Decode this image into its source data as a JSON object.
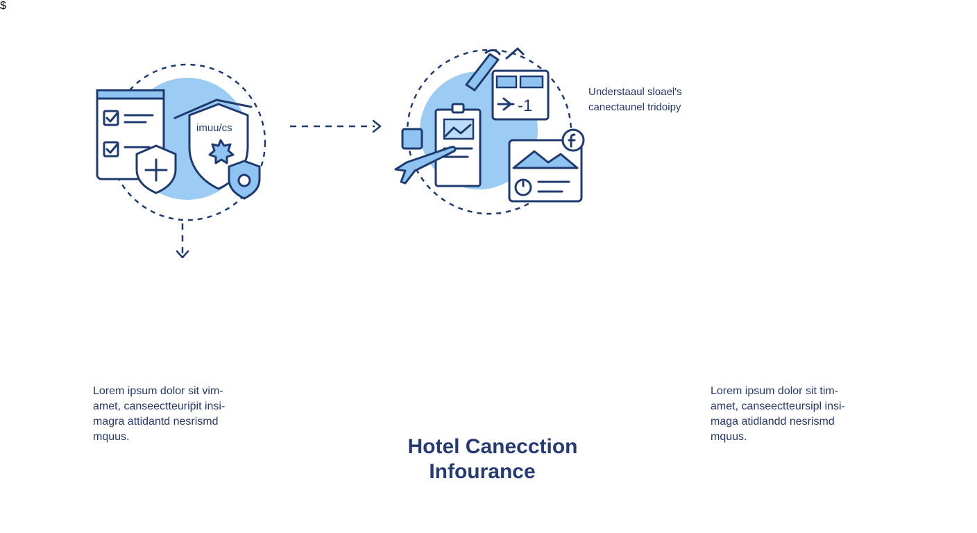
{
  "title": {
    "line1": "Hotel Canecction",
    "line2": "Infourance"
  },
  "captions": {
    "top_right": "Understaaul sloael's\ncanectaunel tridoipy",
    "bottom_left": "Lorem ipsum dolor sit vim-\namet,  canseectteurip̈it insi-\nmagra attidantd nesrismd\nmquus.",
    "bottom_right": "Lorem ipsum dolor sit tim-\namet, canseectteursipl insi-\nmaga atidlandd nesrismd\nmquus."
  },
  "icon_labels": {
    "shield_text": "imuu/cs",
    "flight_card": "-1"
  },
  "steps": [
    {
      "icon": "checklist-shield-icon"
    },
    {
      "icon": "travel-documents-icon"
    },
    {
      "icon": "hotel-booking-icon"
    },
    {
      "icon": "traveler-payment-icon"
    },
    {
      "icon": "luggage-protection-icon"
    },
    {
      "icon": "customer-support-icon"
    }
  ],
  "colors": {
    "stroke": "#1e3a6e",
    "fill": "#8fc3f1",
    "light_fill": "#bcdcf8",
    "title": "#263a73"
  }
}
